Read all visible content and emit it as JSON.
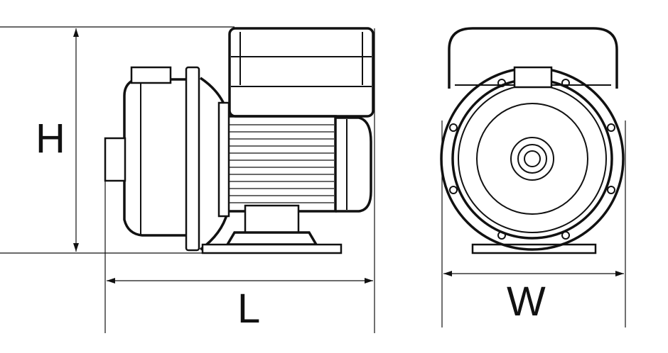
{
  "diagram": {
    "dimension_labels": {
      "height": "H",
      "length": "L",
      "width": "W"
    }
  }
}
